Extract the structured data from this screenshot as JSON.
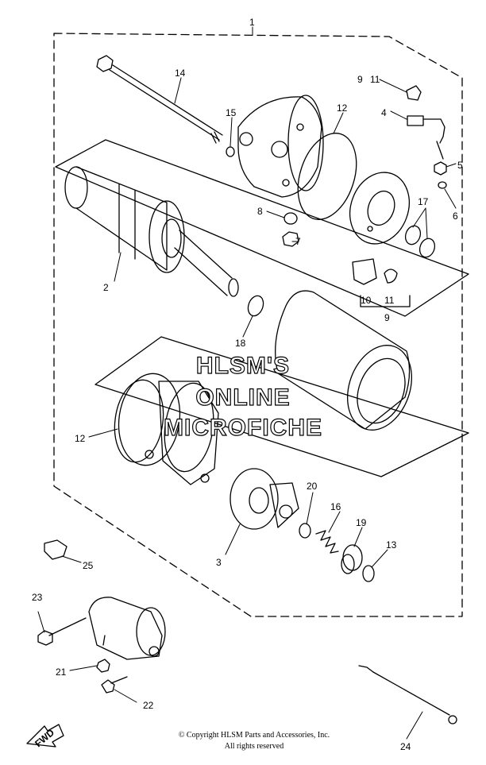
{
  "callouts": {
    "c1": "1",
    "c2": "2",
    "c3": "3",
    "c4": "4",
    "c5": "5",
    "c6": "6",
    "c7": "7",
    "c8": "8",
    "c9a": "9",
    "c9b": "9",
    "c10": "10",
    "c11a": "11",
    "c11b": "11",
    "c12a": "12",
    "c12b": "12",
    "c13": "13",
    "c14": "14",
    "c15": "15",
    "c16": "16",
    "c17": "17",
    "c18": "18",
    "c19": "19",
    "c20": "20",
    "c21": "21",
    "c22": "22",
    "c23": "23",
    "c24": "24",
    "c25": "25"
  },
  "watermark": {
    "line1": "HLSM'S",
    "line2": "ONLINE",
    "line3": "MICROFICHE"
  },
  "copyright": {
    "line1": "© Copyright HLSM Parts and Accessories, Inc.",
    "line2": "All rights reserved"
  },
  "fwd_label": "FWD"
}
